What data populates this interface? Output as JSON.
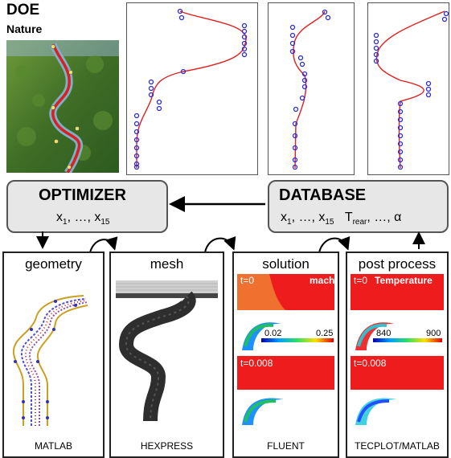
{
  "doe": {
    "title": "DOE",
    "subtitle": "Nature"
  },
  "optimizer": {
    "title": "OPTIMIZER",
    "var_first": "1",
    "var_last": "15",
    "x": "x",
    "sep": ", …, "
  },
  "database": {
    "title": "DATABASE",
    "var_first": "1",
    "var_last": "15",
    "x": "x",
    "sep": ", …, ",
    "t": "T",
    "t_sub": "rear",
    "tail": ", …, α"
  },
  "panels": {
    "geometry": {
      "title": "geometry",
      "footer": "MATLAB"
    },
    "mesh": {
      "title": "mesh",
      "footer": "HEXPRESS"
    },
    "solution": {
      "title": "solution",
      "footer": "FLUENT",
      "top_time": "t=0",
      "top_field": "mach",
      "cbar_min": "0.02",
      "cbar_max": "0.25",
      "bottom_time": "t=0.008"
    },
    "post": {
      "title": "post process",
      "footer": "TECPLOT/MATLAB",
      "top_time": "t=0",
      "top_field": "Temperature",
      "cbar_min": "840",
      "cbar_max": "900",
      "bottom_time": "t=0.008"
    }
  },
  "colors": {
    "fit_line": "#e02020",
    "samples": "#2a2ae0",
    "box_fill": "#e7e7e7",
    "field_red": "#ee1c1c"
  }
}
